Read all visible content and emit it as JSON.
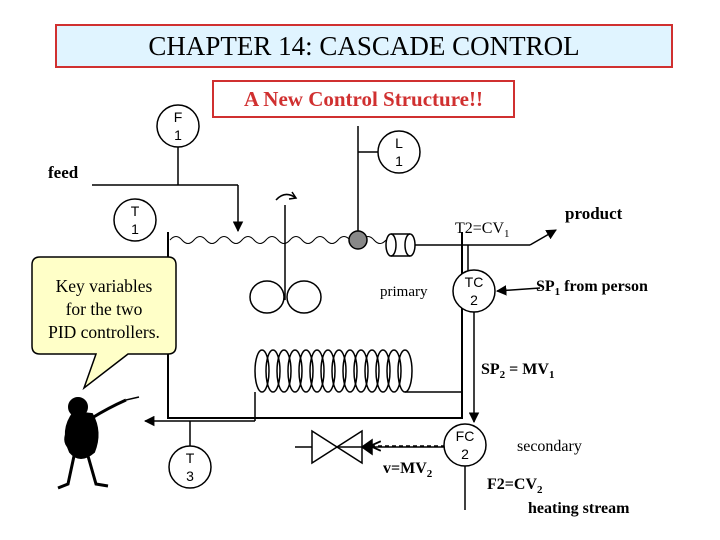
{
  "title": "CHAPTER 14: CASCADE CONTROL",
  "subtitle": "A New Control Structure!!",
  "instruments": {
    "F1": {
      "letter": "F",
      "number": "1"
    },
    "L1": {
      "letter": "L",
      "number": "1"
    },
    "T1": {
      "letter": "T",
      "number": "1"
    },
    "TC2": {
      "letter": "TC",
      "number": "2"
    },
    "T3": {
      "letter": "T",
      "number": "3"
    },
    "FC2": {
      "letter": "FC",
      "number": "2"
    }
  },
  "labels": {
    "feed": "feed",
    "product": "product",
    "t2_cv1": {
      "main": "T2=CV",
      "sub": "1"
    },
    "primary": "primary",
    "sp1": {
      "pre": "SP",
      "sub": "1",
      "post": " from person"
    },
    "sp2": {
      "pre": "SP",
      "sub": "2",
      "mid": " = MV",
      "sub2": "1"
    },
    "v_mv2": {
      "main": "v=MV",
      "sub": "2"
    },
    "secondary": "secondary",
    "f2_cv2": {
      "main": "F2=CV",
      "sub": "2"
    },
    "heating_stream": "heating stream"
  },
  "callout": {
    "line1": "Key variables",
    "line2": "for the two",
    "line3": "PID controllers."
  },
  "colors": {
    "title_bg": "#e0f4ff",
    "border_red": "#d03030",
    "subtitle_text": "#d03030",
    "callout_bg": "#ffffc8",
    "agitator_ball": "#888888"
  }
}
